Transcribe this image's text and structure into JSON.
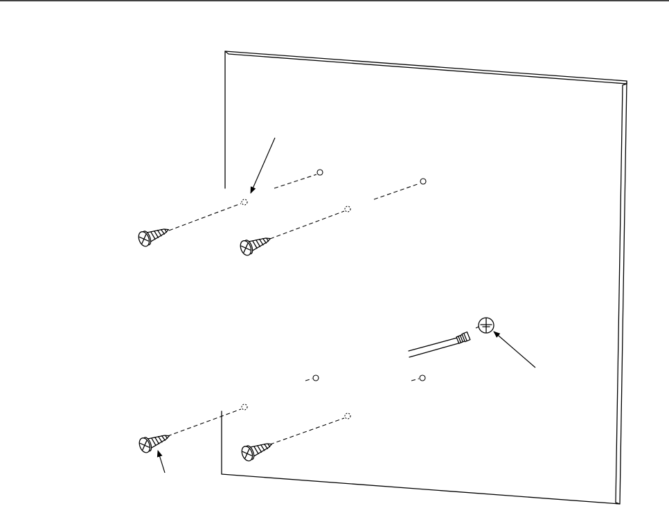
{
  "figure": {
    "description_visible_text": []
  },
  "colors": {
    "ink": "#000000",
    "paper": "#ffffff"
  },
  "parts": {
    "panel": "panel",
    "screws": [
      "screw",
      "screw",
      "screw",
      "screw"
    ],
    "cable": "cable-with-connector",
    "ground_symbol": "ground-icon",
    "leaders": [
      "leader-arrow",
      "leader-arrow",
      "leader-arrow"
    ]
  }
}
